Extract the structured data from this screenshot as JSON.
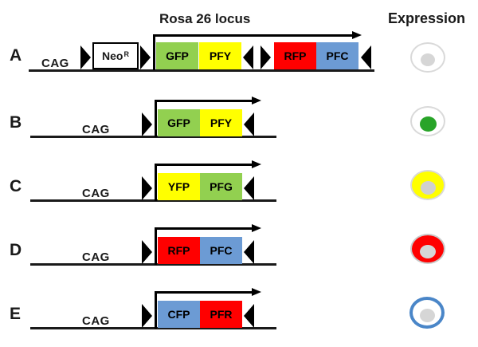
{
  "header": {
    "rosa_title": "Rosa 26 locus",
    "expression_title": "Expression"
  },
  "colors": {
    "green": "#92D050",
    "yellow": "#FFFF00",
    "red": "#FF0000",
    "blue": "#6C9BD4",
    "black": "#000000",
    "ring_gray": "#D9D9D9",
    "dot_gray": "#D6D6D6",
    "dot_green": "#28A428",
    "ring_blue": "#4A86C8",
    "white": "#FFFFFF"
  },
  "rows": [
    {
      "label": "A",
      "cag": "CAG",
      "neo_label": "Neo",
      "neo_sup": "R",
      "genes": [
        {
          "name": "GFP",
          "color": "#92D050"
        },
        {
          "name": "PFY",
          "color": "#FFFF00"
        },
        {
          "name": "RFP",
          "color": "#FF0000"
        },
        {
          "name": "PFC",
          "color": "#6C9BD4"
        }
      ],
      "expression": {
        "ring": "#D9D9D9",
        "fill": "#FFFFFF",
        "dot": "#D6D6D6"
      }
    },
    {
      "label": "B",
      "cag": "CAG",
      "genes": [
        {
          "name": "GFP",
          "color": "#92D050"
        },
        {
          "name": "PFY",
          "color": "#FFFF00"
        }
      ],
      "expression": {
        "ring": "#D9D9D9",
        "fill": "#FFFFFF",
        "dot": "#28A428"
      }
    },
    {
      "label": "C",
      "cag": "CAG",
      "genes": [
        {
          "name": "YFP",
          "color": "#FFFF00"
        },
        {
          "name": "PFG",
          "color": "#92D050"
        }
      ],
      "expression": {
        "ring": "#D9D9D9",
        "fill": "#FFFF00",
        "dot": "#D0D0D0"
      }
    },
    {
      "label": "D",
      "cag": "CAG",
      "genes": [
        {
          "name": "RFP",
          "color": "#FF0000"
        },
        {
          "name": "PFC",
          "color": "#6C9BD4"
        }
      ],
      "expression": {
        "ring": "#C9C9C9",
        "fill": "#FF0000",
        "dot": "#D6D6D6"
      }
    },
    {
      "label": "E",
      "cag": "CAG",
      "genes": [
        {
          "name": "CFP",
          "color": "#6C9BD4"
        },
        {
          "name": "PFR",
          "color": "#FF0000"
        }
      ],
      "expression": {
        "ring": "#4A86C8",
        "fill": "#FFFFFF",
        "dot": "#D6D6D6"
      }
    }
  ]
}
